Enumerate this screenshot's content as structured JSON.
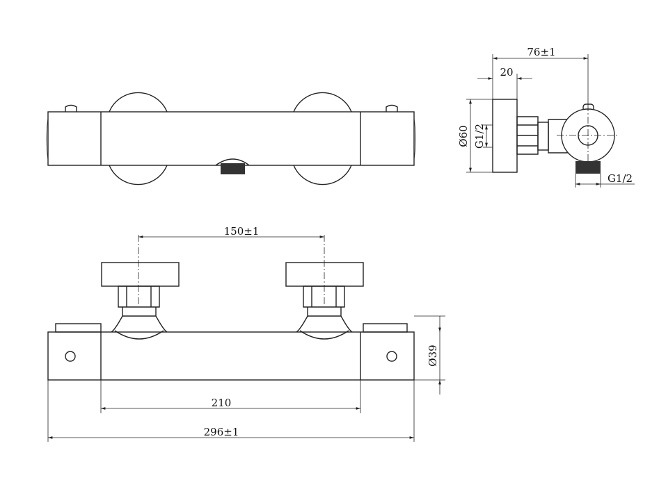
{
  "title": "Thermostatic shower mixer dimension drawing",
  "dimensions": {
    "side_depth": "76±1",
    "side_plate": "20",
    "side_diameter": "Ø60",
    "side_inlet_thread": "G1/2",
    "side_outlet_thread": "G1/2",
    "inlet_spacing": "150±1",
    "body_diameter": "Ø39",
    "center_length": "210",
    "total_length": "296±1"
  },
  "colors": {
    "line": "#222222",
    "background": "#ffffff"
  }
}
